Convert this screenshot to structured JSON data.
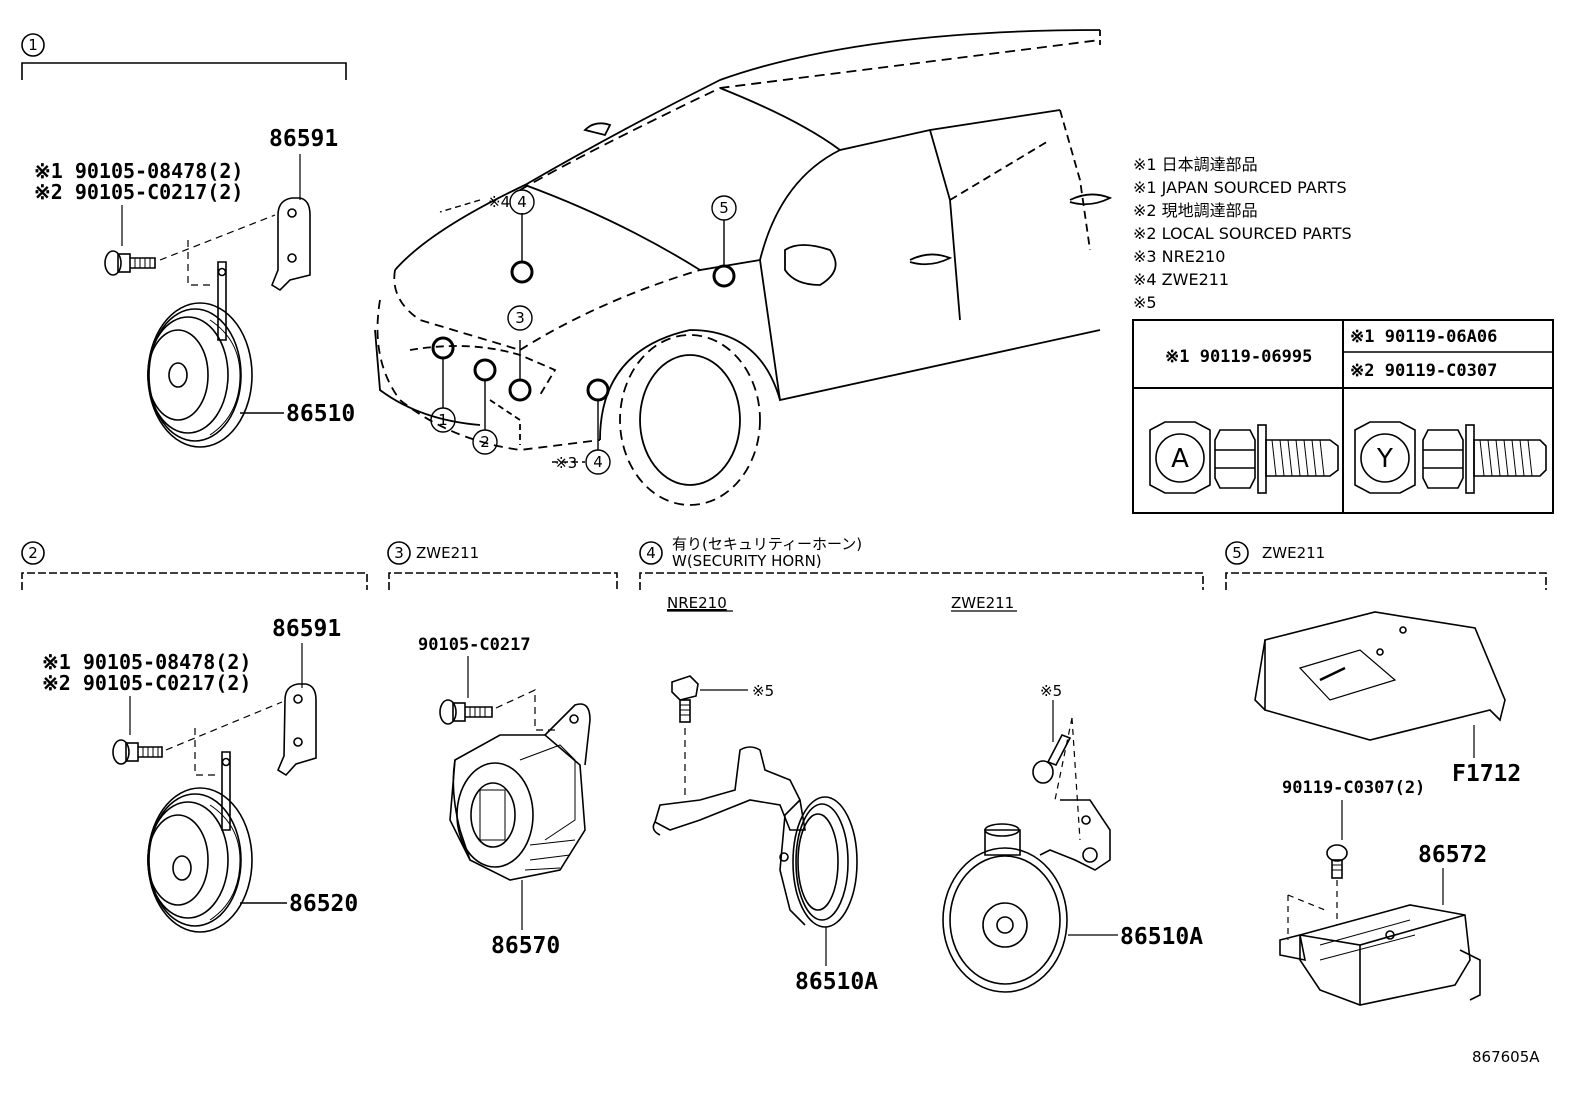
{
  "diagram_id": "867605A",
  "overview": {
    "callouts": [
      "1",
      "2",
      "3",
      "4",
      "5"
    ],
    "note_x3": "※3",
    "note_x4": "※4"
  },
  "notes": [
    "※1 日本調達部品",
    "※1 JAPAN SOURCED PARTS",
    "※2 現地調達部品",
    "※2 LOCAL SOURCED PARTS",
    "※3 NRE210",
    "※4 ZWE211",
    "※5"
  ],
  "bolt_table": {
    "left_header": "※1 90119-06995",
    "right_header_1": "※1 90119-06A06",
    "right_header_2": "※2 90119-C0307",
    "left_mark": "A",
    "right_mark": "Y"
  },
  "sections": {
    "s1": {
      "num": "1",
      "bracket": "86591",
      "bolt1": "※1 90105-08478(2)",
      "bolt2": "※2 90105-C0217(2)",
      "horn": "86510"
    },
    "s2": {
      "num": "2",
      "bracket": "86591",
      "bolt1": "※1 90105-08478(2)",
      "bolt2": "※2 90105-C0217(2)",
      "horn": "86520"
    },
    "s3": {
      "num": "3",
      "model": "ZWE211",
      "bolt": "90105-C0217",
      "horn": "86570"
    },
    "s4": {
      "num": "4",
      "title_jp": "有り(セキュリティーホーン)",
      "title_en": "W(SECURITY HORN)",
      "left_model": "NRE210",
      "right_model": "ZWE211",
      "left_mark": "※5",
      "right_mark": "※5",
      "left_horn": "86510A",
      "right_horn": "86510A"
    },
    "s5": {
      "num": "5",
      "model": "ZWE211",
      "cover": "F1712",
      "bolt": "90119-C0307(2)",
      "unit": "86572"
    }
  }
}
